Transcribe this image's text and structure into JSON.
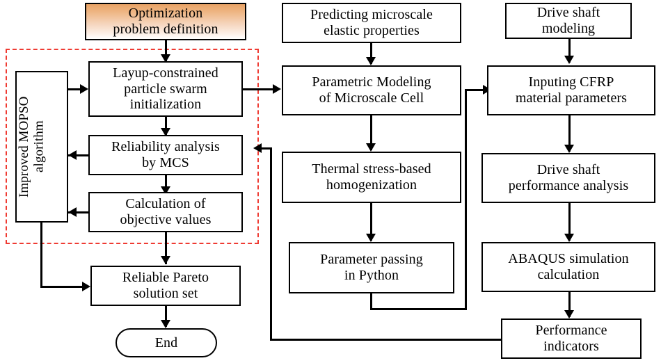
{
  "diagram": {
    "title": "Optimization framework flowchart",
    "accent_dashed_color": "#ef3b33",
    "start_fill_top": "#e8a265",
    "start_fill_bottom": "#ffffff",
    "line_color": "#000000"
  },
  "nodes": {
    "start": {
      "label": "Optimization\nproblem definition"
    },
    "mopso": {
      "label": "Improved MOPSO\nalgorithm"
    },
    "init": {
      "label": "Layup-constrained\nparticle swarm\ninitialization"
    },
    "reliability": {
      "label": "Reliability analysis\nby MCS"
    },
    "objective": {
      "label": "Calculation of\nobjective values"
    },
    "pareto": {
      "label": "Reliable Pareto\nsolution set"
    },
    "end": {
      "label": "End"
    },
    "predict": {
      "label": "Predicting microscale\nelastic properties"
    },
    "parametric": {
      "label": "Parametric Modeling\nof Microscale Cell"
    },
    "thermal": {
      "label": "Thermal stress-based\nhomogenization"
    },
    "python": {
      "label": "Parameter passing\nin Python"
    },
    "driveshaft": {
      "label": "Drive shaft\nmodeling"
    },
    "cfrp": {
      "label": "Inputing CFRP\nmaterial parameters"
    },
    "performance_analysis": {
      "label": "Drive shaft\nperformance analysis"
    },
    "abaqus": {
      "label": "ABAQUS simulation\ncalculation"
    },
    "indicators": {
      "label": "Performance\nindicators"
    }
  }
}
